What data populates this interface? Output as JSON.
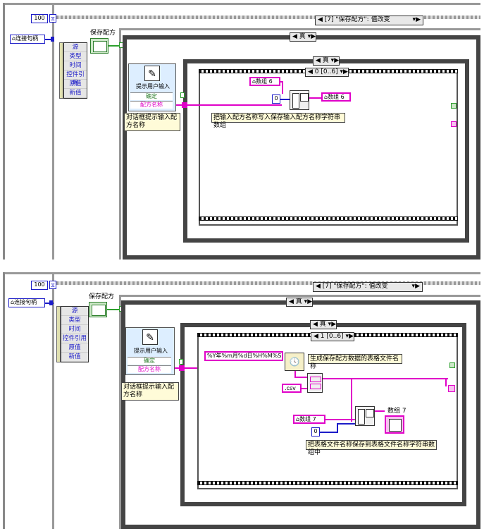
{
  "panels": [
    {
      "timeout_value": "100",
      "conn_handle_label": "连接句柄",
      "event_selector": "[7] \"保存配方\": 值改变",
      "event_fields": [
        "源",
        "类型",
        "时间",
        "控件引用",
        "原值",
        "新值"
      ],
      "button_label": "保存配方",
      "case_outer": "真",
      "case_inner": "真",
      "sequence_frame": "0 [0..6]",
      "dialog_title": "提示用户输入",
      "dialog_outputs": [
        "确定",
        "配方名称"
      ],
      "dialog_comment": "对话框提示输入配方名称",
      "array_const": "数组 6",
      "index_const": "0",
      "array_out": "数组 6",
      "comment": "把输入配方名称写入保存输入配方名称字符串数组"
    },
    {
      "timeout_value": "100",
      "conn_handle_label": "连接句柄",
      "event_selector": "[7] \"保存配方\": 值改变",
      "event_fields": [
        "源",
        "类型",
        "时间",
        "控件引用",
        "原值",
        "新值"
      ],
      "button_label": "保存配方",
      "case_outer": "真",
      "case_inner": "真",
      "sequence_frame": "1 [0..6]",
      "dialog_title": "提示用户输入",
      "dialog_outputs": [
        "确定",
        "配方名称"
      ],
      "dialog_comment": "对话框提示输入配方名称",
      "format_string": "%Y年%m月%d日%H%M%S",
      "format_comment": "生成保存配方数据的表格文件名称",
      "csv_const": ".csv",
      "array_const": "数组 7",
      "index_const": "0",
      "array_out": "数组 7",
      "comment": "把表格文件名称保存到表格文件名称字符串数组中"
    }
  ]
}
